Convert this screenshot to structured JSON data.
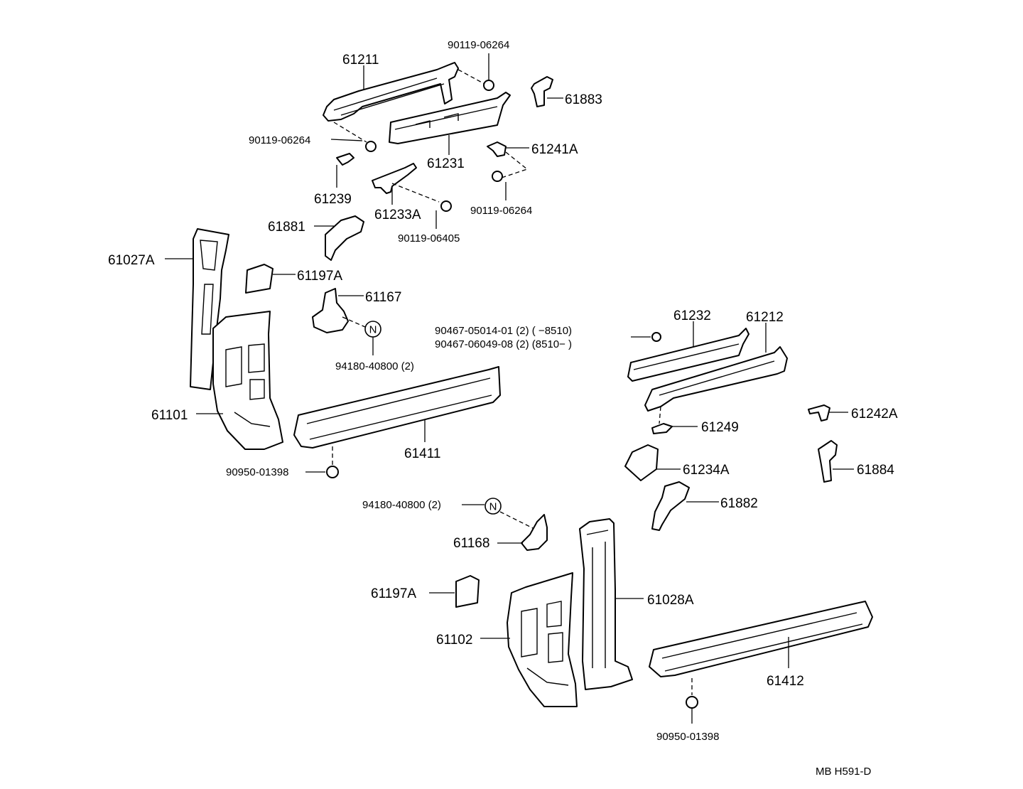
{
  "diagram": {
    "footer_code": "MB  H591-D",
    "labels": {
      "p61211": "61211",
      "p90119_06264_top": "90119-06264",
      "p61883": "61883",
      "p90119_06264_left": "90119-06264",
      "p61231": "61231",
      "p61241a": "61241A",
      "p61239": "61239",
      "p61233a": "61233A",
      "p90119_06264_right": "90119-06264",
      "p90119_06405": "90119-06405",
      "p61881": "61881",
      "p61027a": "61027A",
      "p61197a_top": "61197A",
      "p61167": "61167",
      "p94180_40800_top": "94180-40800 (2)",
      "p90467_line1": "90467-05014-01 (2) (        −8510)",
      "p90467_line2": "90467-06049-08 (2) (8510−          )",
      "p61232": "61232",
      "p61212": "61212",
      "p61101": "61101",
      "p61411": "61411",
      "p90950_01398_left": "90950-01398",
      "p61249": "61249",
      "p61242a": "61242A",
      "p61234a": "61234A",
      "p61884": "61884",
      "p61882": "61882",
      "p94180_40800_bottom": "94180-40800 (2)",
      "p61168": "61168",
      "p61197a_bottom": "61197A",
      "p61028a": "61028A",
      "p61102": "61102",
      "p61412": "61412",
      "p90950_01398_right": "90950-01398",
      "n_marker": "N"
    }
  }
}
